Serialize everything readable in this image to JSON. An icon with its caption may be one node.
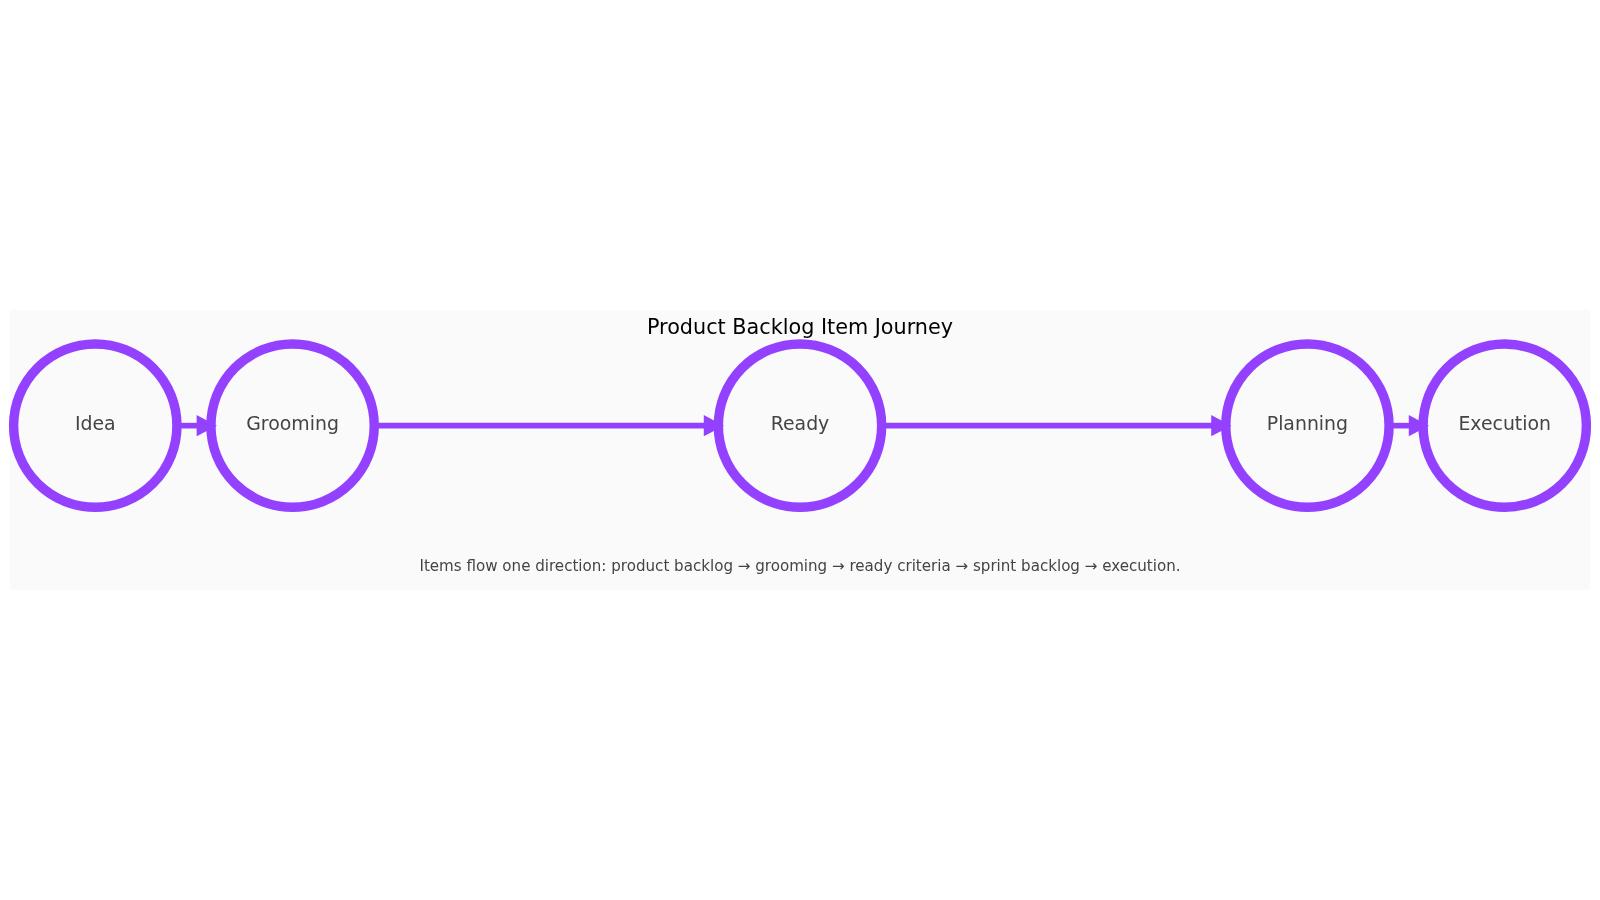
{
  "diagram": {
    "title": "Product Backlog Item Journey",
    "caption": "Items flow one direction: product backlog → grooming → ready criteria → sprint backlog → execution.",
    "nodes": [
      {
        "text": [
          "Idea"
        ]
      },
      {
        "text": [
          "Grooming"
        ]
      },
      {
        "text": [
          "Ready"
        ]
      },
      {
        "text": [
          "Planning"
        ]
      },
      {
        "text": [
          "Execution"
        ]
      }
    ],
    "edges": [
      {
        "from": 0,
        "to": 1,
        "arrow": "to"
      },
      {
        "from": 1,
        "to": 2,
        "arrow": "to"
      },
      {
        "from": 2,
        "to": 3,
        "arrow": "to"
      },
      {
        "from": 3,
        "to": 4,
        "arrow": "to"
      }
    ]
  }
}
